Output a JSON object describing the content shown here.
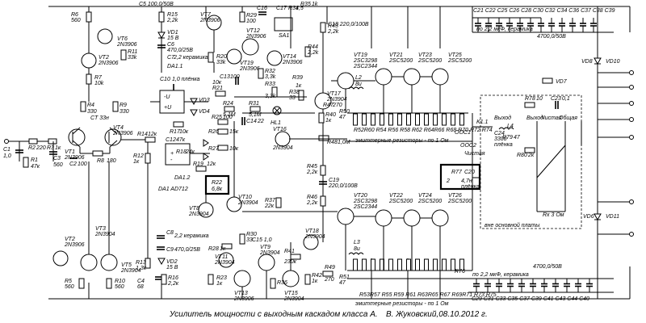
{
  "caption": {
    "title": "Усилитель мощности с выходным каскадом класса А.",
    "author": "В. Жуковский,08.10.2012 г."
  },
  "transistors": [
    {
      "ref": "VT1",
      "type": "2N3906"
    },
    {
      "ref": "VT2",
      "type": "2N3906"
    },
    {
      "ref": "VT3",
      "type": "2N3904"
    },
    {
      "ref": "VT4",
      "type": "2N3906"
    },
    {
      "ref": "VT5",
      "type": "2N3904"
    },
    {
      "ref": "VT6",
      "type": "2N3906"
    },
    {
      "ref": "VT7",
      "type": "2N3906"
    },
    {
      "ref": "VT8",
      "type": "2N3904"
    },
    {
      "ref": "VT9",
      "type": "2N3904"
    },
    {
      "ref": "VT10",
      "type": "2N3904"
    },
    {
      "ref": "VT11",
      "type": "2N3904"
    },
    {
      "ref": "VT12",
      "type": "2N3906"
    },
    {
      "ref": "VT13",
      "type": "2N3906"
    },
    {
      "ref": "VT14",
      "type": "2N3906"
    },
    {
      "ref": "VT15",
      "type": "2N3904"
    },
    {
      "ref": "VT16",
      "type": "2N3904"
    },
    {
      "ref": "VT17",
      "type": "2N3904"
    },
    {
      "ref": "VT18",
      "type": "2N3904"
    },
    {
      "ref": "VT19",
      "type": "2SC3298 2SC2344"
    },
    {
      "ref": "VT20",
      "type": "2SC3298 2SC2344"
    },
    {
      "ref": "VT21",
      "type": "2SC5200"
    },
    {
      "ref": "VT22",
      "type": "2SC5200"
    },
    {
      "ref": "VT23",
      "type": "2SC5200"
    },
    {
      "ref": "VT24",
      "type": "2SC5200"
    },
    {
      "ref": "VT25",
      "type": "2SC5200"
    },
    {
      "ref": "VT26",
      "type": "2SC5200"
    }
  ],
  "resistors_top": [
    {
      "ref": "R6",
      "value": "560"
    },
    {
      "ref": "R11",
      "value": "33k"
    },
    {
      "ref": "R7",
      "value": "10k"
    },
    {
      "ref": "R15",
      "value": "2,2k"
    },
    {
      "ref": "R20",
      "value": "33k"
    },
    {
      "ref": "R29",
      "value": "100"
    },
    {
      "ref": "R34",
      "value": "1,5"
    },
    {
      "ref": "R35",
      "value": "1k"
    },
    {
      "ref": "R43",
      "value": "2,2k"
    },
    {
      "ref": "R44",
      "value": "2,2k"
    },
    {
      "ref": "R32",
      "value": "3,3k"
    },
    {
      "ref": "R33",
      "value": "3,3k"
    }
  ],
  "labels": {
    "c5": "C5 100,0/50В",
    "c16": "C16",
    "c17": "C17",
    "c18": "C18 220,0/100В",
    "sa1": "SA1",
    "vd1": "VD1",
    "vd1_v": "15 В",
    "c6": "C6",
    "c6v": "470,0/25В",
    "c7": "C7",
    "c7v": "2,2 керамика",
    "da11": "DA1.1",
    "c10": "C10",
    "c10v": "1,0 плёнка",
    "c13": "C13",
    "c13v": "100",
    "r21": "R21",
    "r21v": "10к",
    "r24": "R24",
    "r24v": "5,1M",
    "r31": "R31",
    "r31v": "5,1M",
    "ht1": "HL1",
    "r17": "R17",
    "r17v": "10к",
    "r25": "R25",
    "r25v": "100",
    "r26": "R26",
    "r26v": "15к",
    "c14": "C14",
    "c14v": "22",
    "r27": "R27",
    "r27v": "10к",
    "r18": "R18",
    "r18v": "24к",
    "c12": "C12",
    "c12v": "47к",
    "r19": "R19",
    "r19v": "12к",
    "da12": "DA1.2",
    "da1": "DA1 AD712",
    "r22": "R22",
    "r22v": "6,8к",
    "r2": "R2",
    "r2v": "220",
    "r3": "R3",
    "r3v": "1к",
    "c1": "C1",
    "c1v": "1,0",
    "r1": "R1",
    "r1v": "47к",
    "c3": "C3",
    "c3v": "560",
    "r4": "R4",
    "r4v": "330",
    "r9": "R9",
    "r9v": "330",
    "r8": "R8",
    "r8v": "180",
    "r14": "R14",
    "r14v": "12к",
    "r12": "R12",
    "r12v": "1к",
    "c2": "C2",
    "c2v": "100",
    "r5": "R5",
    "r5v": "560",
    "r10": "R10",
    "r10v": "560",
    "r13": "R13",
    "r13v": "1,3к",
    "c4": "C4",
    "c4v": "68",
    "r16": "R16",
    "r16v": "2,2к",
    "c8": "C8",
    "c8v": "2,2 керамика",
    "c9": "C9",
    "c9v": "470,0/25В",
    "vd2": "VD2",
    "vd2v": "15 В",
    "r23": "R23",
    "r23v": "1к",
    "r28": "R28",
    "r28v": "1к",
    "r30": "R30",
    "r30v": "33",
    "c15": "C15 1,0",
    "r36": "R36",
    "r37": "R37",
    "r37v": "22к",
    "r39": "R39",
    "r39v": "1к",
    "r41": "R41",
    "r41v": "230к",
    "r42": "R42",
    "r42v": "1к",
    "r49": "R49",
    "r49v": "270",
    "r45": "R45",
    "r45v": "2,2к",
    "r46": "R46",
    "r46v": "2,2к",
    "c19": "C19",
    "c19v": "220,0/100В",
    "r38": "R38",
    "r38v": "33",
    "r40": "R40",
    "r40v": "1к",
    "r47": "R47",
    "r47v": "270",
    "r48": "R48",
    "r48v": "1,0M",
    "l2": "L2",
    "l2v": "8u",
    "l3": "L3",
    "l3v": "8u",
    "r50": "R50",
    "r50v": "47",
    "r51": "R51",
    "r51v": "47",
    "emit1": "эмиттерные резисторы - по 1 Ом",
    "emit2": "эмиттерные резисторы - по 1 Ом",
    "r_top_row": "R52R60 R54 R56 R58 R62 R64R66 R68 R70 R72 R74",
    "r_bot_row": "R53R57 R55 R59 R61 R63R65 R67 R69R71 R73 R75",
    "r76": "R76",
    "r77": "R77",
    "r77v": "2",
    "c20": "C20",
    "c20v": "4,7н",
    "plenka": "плёнка",
    "ooc1": "ООС1",
    "ooc2": "ООС2",
    "k1": "K1.1",
    "chistaya": "Чистая",
    "obshaya": "Общая",
    "vyhod": "Выход",
    "r78": "R78",
    "r78v": "10",
    "c23": "C23",
    "c23v": "0,1",
    "l4": "L4",
    "c24": "C24",
    "c24v": "3300",
    "c24p": "плёнка",
    "r79": "R79",
    "r79v": "47",
    "r80": "R80",
    "r80v": "2к",
    "r81": "R81",
    "caps_top": "C21 C22 C25 C26 C28 C30 C32 C34 C36 C37 C38 C39",
    "caps_top_note": "по 2,2 мкФ, керамика",
    "caps_top_val": "4700,0/50В",
    "caps_bot": "C29 C31 C33 C35 C37 C39 C41 C43 C44 C40",
    "caps_bot_note": "по 2,2 мкФ, керамика",
    "caps_bot_val": "4700,0/50В",
    "vd8": "VD8",
    "vd10": "VD10",
    "vd7": "VD7",
    "vd6": "VD6",
    "vd11": "VD11",
    "vd3": "VD3",
    "vd4": "VD4",
    "resist_r": "Rх 3 Ом",
    "box_label": "вне основной платы"
  }
}
